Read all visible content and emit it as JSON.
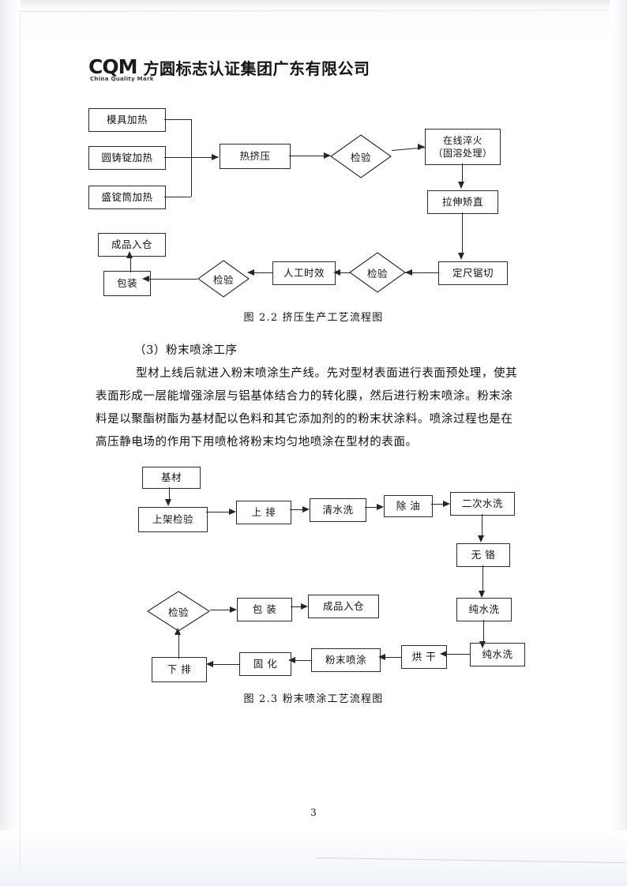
{
  "header": {
    "logo_mark": "CQM",
    "logo_tagline": "China Quality Mark",
    "logo_company": "方圆标志认证集团广东有限公司"
  },
  "figure_2_2": {
    "caption": "图 2.2  挤压生产工艺流程图",
    "nodes": {
      "mold_heating": "模具加热",
      "billet_heating": "圆铸锭加热",
      "container_heating": "盛锭筒加热",
      "hot_extrusion": "热挤压",
      "inspection_1": "检验",
      "online_quench_l1": "在线淬火",
      "online_quench_l2": "（固溶处理）",
      "stretch_straighten": "拉伸矫直",
      "fixed_length_sawing": "定尺锯切",
      "inspection_2": "检验",
      "artificial_aging": "人工时效",
      "inspection_3": "检验",
      "packaging": "包装",
      "finished_storage": "成品入仓"
    }
  },
  "section": {
    "heading": "（3）粉末喷涂工序",
    "lines": [
      "型材上线后就进入粉末喷涂生产线。先对型材表面进行表面预处理，使其",
      "表面形成一层能增强涂层与铝基体结合力的转化膜，然后进行粉末喷涂。粉末涂",
      "料是以聚酯树酯为基材配以色料和其它添加剂的的粉末状涂料。喷涂过程也是在",
      "高压静电场的作用下用喷枪将粉末均匀地喷涂在型材的表面。"
    ]
  },
  "figure_2_3": {
    "caption": "图 2.3  粉末喷涂工艺流程图",
    "nodes": {
      "base_material": "基材",
      "rack_inspection": "上架检验",
      "load_rack": "上 排",
      "water_rinse": "清水洗",
      "degrease": "除 油",
      "second_water_rinse": "二次水洗",
      "chrome_free": "无 铬",
      "pure_water_rinse_1": "纯水洗",
      "pure_water_rinse_2": "纯水洗",
      "drying": "烘 干",
      "powder_coating": "粉末喷涂",
      "curing": "固 化",
      "unload_rack": "下 排",
      "inspection": "检验",
      "packaging": "包 装",
      "finished_storage": "成品入仓"
    }
  },
  "footer": {
    "page_number": "3"
  }
}
